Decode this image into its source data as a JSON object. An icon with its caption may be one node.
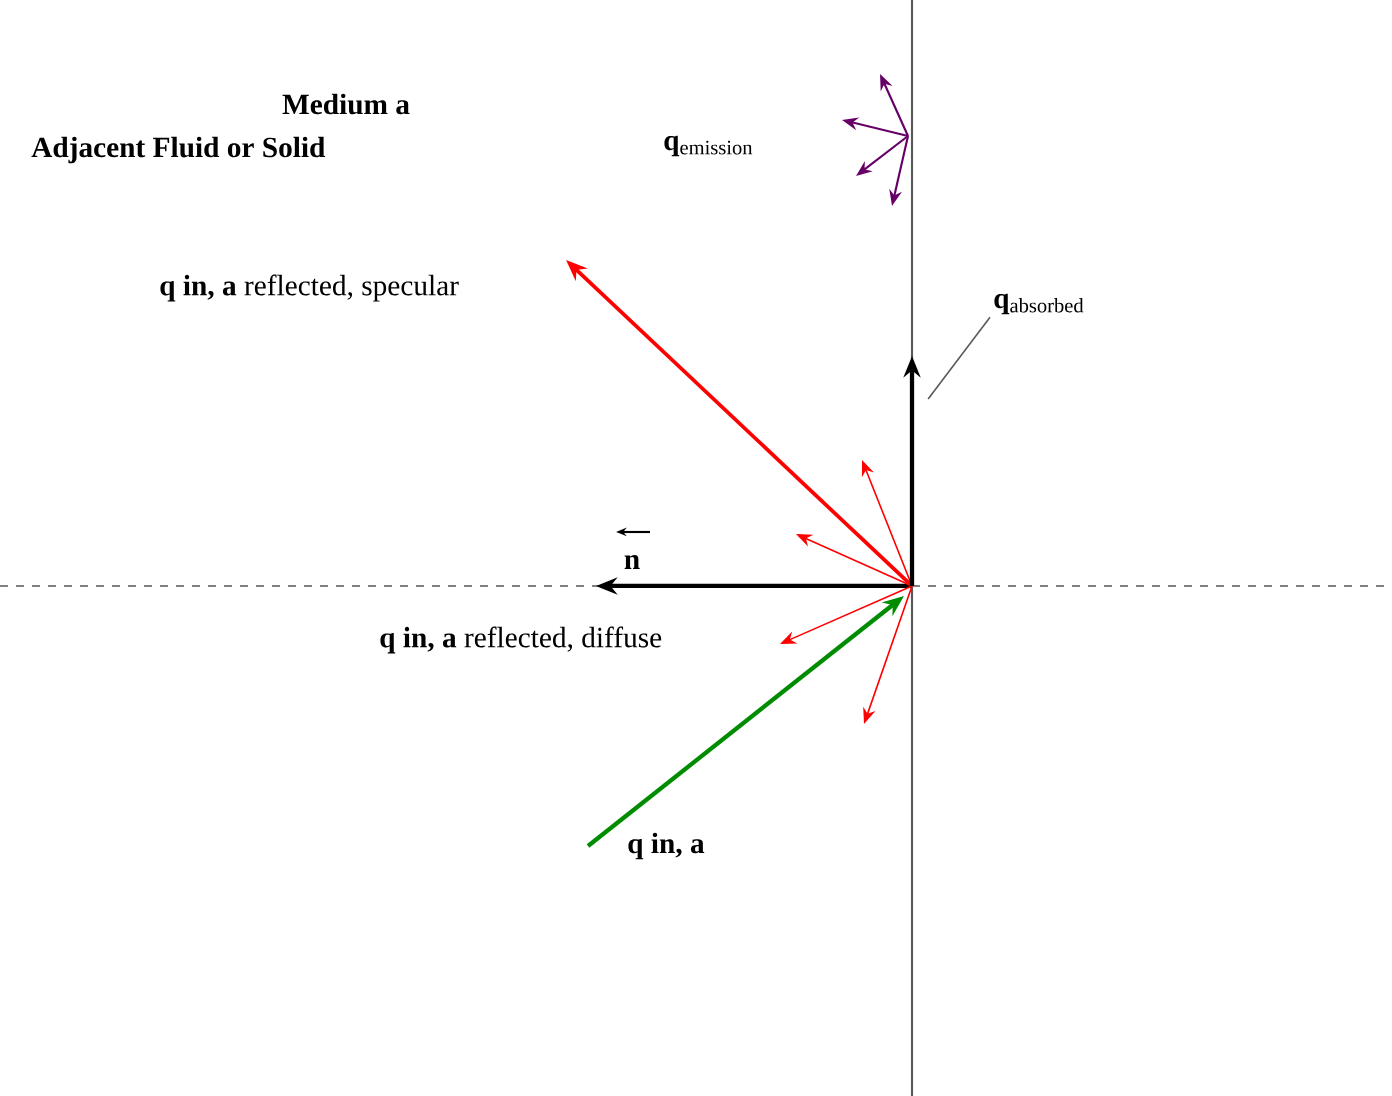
{
  "diagram": {
    "nodes": [
      {
        "text": [
          "**q**$_{absorbed}$"
        ]
      },
      {
        "text": [],
        "shape": "arrow"
      }
    ],
    "edges": [
      {
        "from": 0,
        "to": 1,
        "arrow": "none"
      }
    ],
    "labels": [
      "Medium a",
      "Adjacent Fluid or Solid",
      "**q** **in, a** reflected, specular",
      "**q**$_{emission}$",
      "n",
      "**q** **in, a** reflected, diffuse",
      "**q** **in, a**"
    ]
  }
}
